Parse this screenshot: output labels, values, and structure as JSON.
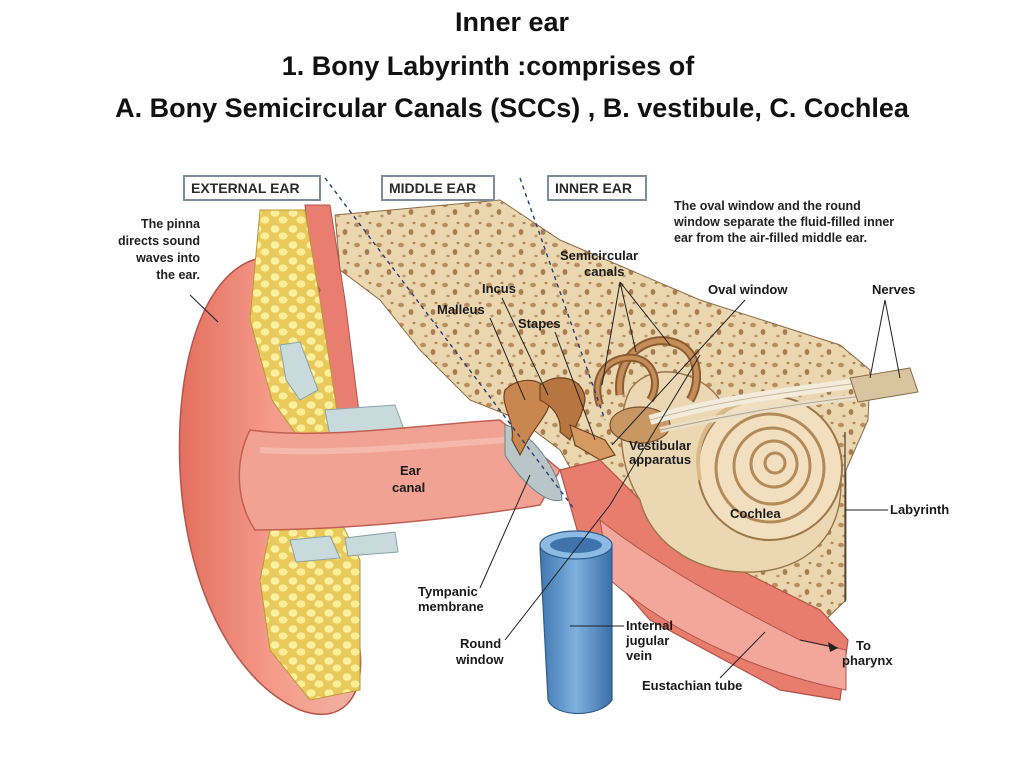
{
  "title": {
    "line1": "Inner ear",
    "line2": "1. Bony Labyrinth :comprises of",
    "line3": "A. Bony Semicircular Canals (SCCs) , B. vestibule, C. Cochlea"
  },
  "sections": {
    "external": "EXTERNAL EAR",
    "middle": "MIDDLE EAR",
    "inner": "INNER EAR"
  },
  "notes": {
    "pinna": [
      "The pinna",
      "directs sound",
      "waves into",
      "the ear."
    ],
    "windows": [
      "The oval window and the round",
      "window separate the fluid-filled inner",
      "ear from the air-filled middle ear."
    ]
  },
  "labels": {
    "incus": "Incus",
    "malleus": "Malleus",
    "stapes": "Stapes",
    "semicircular": [
      "Semicircular",
      "canals"
    ],
    "oval_window": "Oval window",
    "nerves": "Nerves",
    "vestibular": [
      "Vestibular",
      "apparatus"
    ],
    "ear_canal": [
      "Ear",
      "canal"
    ],
    "cochlea": "Cochlea",
    "labyrinth": "Labyrinth",
    "tympanic": [
      "Tympanic",
      "membrane"
    ],
    "round_window": [
      "Round",
      "window"
    ],
    "jugular": [
      "Internal",
      "jugular",
      "vein"
    ],
    "pharynx": [
      "To",
      "pharynx"
    ],
    "eustachian": "Eustachian tube"
  },
  "colors": {
    "skin": "#f08f80",
    "skin_dark": "#d9675a",
    "bone": "#e9d4ac",
    "bone_dark": "#b48a5a",
    "fat": "#f6e27a",
    "cartilage": "#c9dadc",
    "vein": "#5f95c9",
    "canal": "#f3b7aa"
  }
}
